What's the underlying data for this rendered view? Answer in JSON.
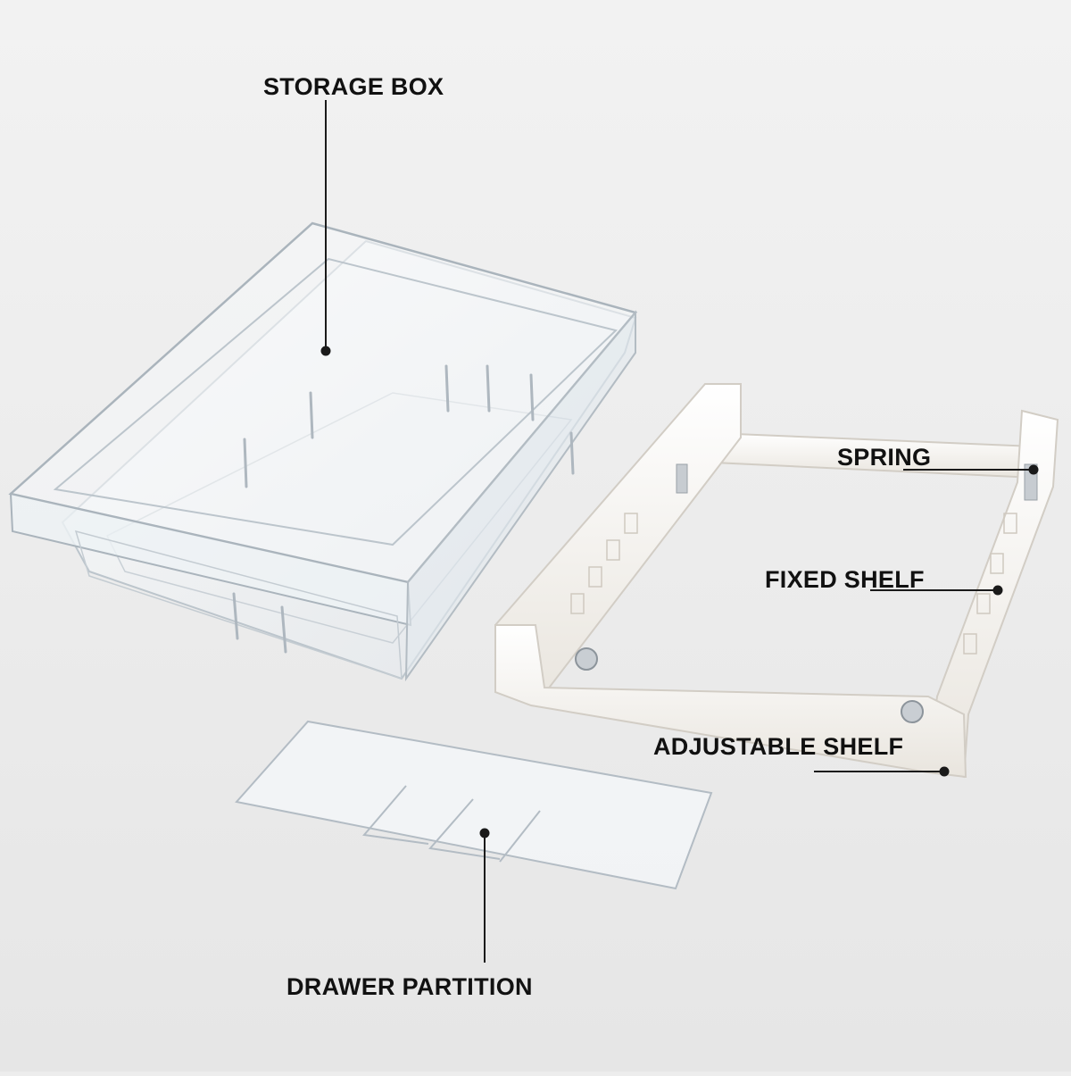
{
  "callouts": {
    "storage_box": "STORAGE BOX",
    "spring": "SPRING",
    "fixed_shelf": "FIXED SHELF",
    "adjustable_shelf": "ADJUSTABLE SHELF",
    "drawer_partition": "DRAWER PARTITION"
  },
  "colors": {
    "background": "#ededed",
    "label_text": "#111111",
    "leader_line": "#1a1a1a",
    "clear_plastic_edge": "#b9c2c9",
    "shelf_white": "#f7f5f1",
    "shelf_shadow": "#d8d4cd"
  }
}
